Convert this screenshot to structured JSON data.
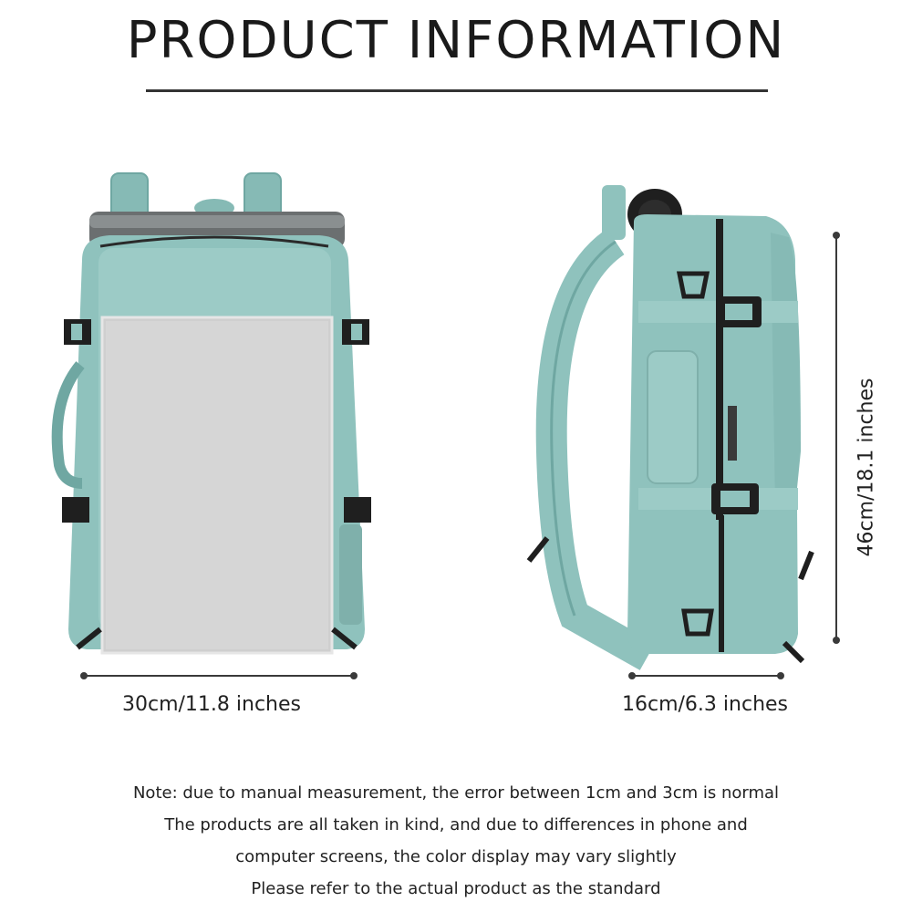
{
  "header": {
    "title": "PRODUCT INFORMATION"
  },
  "dimensions": {
    "width_label": "30cm/11.8 inches",
    "depth_label": "16cm/6.3 inches",
    "height_label": "46cm/18.1 inches"
  },
  "notes": [
    "Note: due to manual measurement, the error between 1cm and 3cm is normal",
    "The products are all taken in kind, and due to differences in phone and",
    "computer screens, the color display may vary slightly",
    "Please refer to the actual product as the standard"
  ],
  "colors": {
    "bag_teal": "#8fc2bd",
    "bag_teal_dark": "#6fa7a2",
    "strap_black": "#1f1f1f",
    "laptop_silver": "#cfcfcf"
  }
}
